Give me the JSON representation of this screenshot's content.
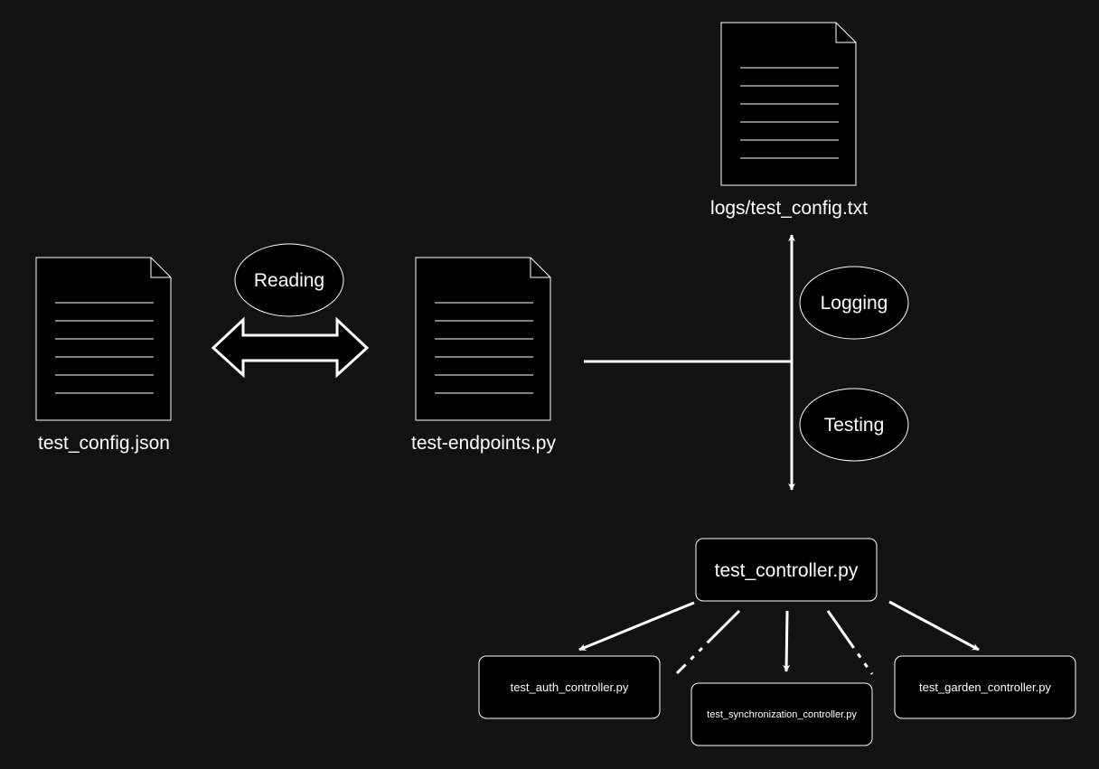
{
  "documents": {
    "config": {
      "label": "test_config.json"
    },
    "endpoints": {
      "label": "test-endpoints.py"
    },
    "logs": {
      "label": "logs/test_config.txt"
    }
  },
  "relations": {
    "reading": "Reading",
    "logging": "Logging",
    "testing": "Testing"
  },
  "controller": {
    "label": "test_controller.py"
  },
  "sub_controllers": {
    "auth": "test_auth_controller.py",
    "sync": "test_synchronization_controller.py",
    "garden": "test_garden_controller.py"
  },
  "colors": {
    "background": "#121212",
    "shape_fill": "#000000",
    "stroke": "#ffffff",
    "text": "#ffffff"
  }
}
